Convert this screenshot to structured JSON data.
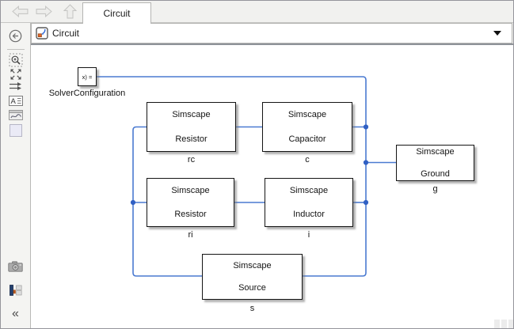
{
  "tab_bar": {
    "back_icon": "left-arrow",
    "forward_icon": "right-arrow",
    "up_icon": "up-arrow",
    "tabs": [
      {
        "label": "Circuit",
        "active": true
      }
    ]
  },
  "breadcrumb": {
    "model_icon": "simulink-model-icon",
    "title": "Circuit",
    "dropdown_icon": "caret-down"
  },
  "toolbar": {
    "items": [
      {
        "name": "back",
        "icon": "circled-left-arrow-icon"
      },
      {
        "name": "zoom-in",
        "icon": "magnifier-plus-icon"
      },
      {
        "name": "fit-to-view",
        "icon": "expand-arrows-icon"
      },
      {
        "name": "route-lines",
        "icon": "double-arrow-icon"
      },
      {
        "name": "annotation",
        "icon": "annotation-icon",
        "glyph": "A"
      },
      {
        "name": "image",
        "icon": "image-icon"
      },
      {
        "name": "area",
        "icon": "area-icon"
      },
      {
        "name": "screenshot",
        "icon": "camera-icon"
      },
      {
        "name": "viewmarks",
        "icon": "viewmarks-icon"
      },
      {
        "name": "collapse-palette",
        "icon": "collapse-chevrons-icon",
        "glyph": "«"
      }
    ]
  },
  "canvas": {
    "blocks": [
      {
        "id": "solver",
        "text": "x) =",
        "label": "SolverConfiguration"
      },
      {
        "id": "rc",
        "line1": "Simscape",
        "line2": "Resistor",
        "label": "rc"
      },
      {
        "id": "c",
        "line1": "Simscape",
        "line2": "Capacitor",
        "label": "c"
      },
      {
        "id": "ri",
        "line1": "Simscape",
        "line2": "Resistor",
        "label": "ri"
      },
      {
        "id": "i",
        "line1": "Simscape",
        "line2": "Inductor",
        "label": "i"
      },
      {
        "id": "s",
        "line1": "Simscape",
        "line2": "Source",
        "label": "s"
      },
      {
        "id": "g",
        "line1": "Simscape",
        "line2": "Ground",
        "label": "g"
      }
    ],
    "colors": {
      "wire": "#4a7ad1",
      "junction": "#3060c4",
      "block_border": "#141414"
    }
  }
}
